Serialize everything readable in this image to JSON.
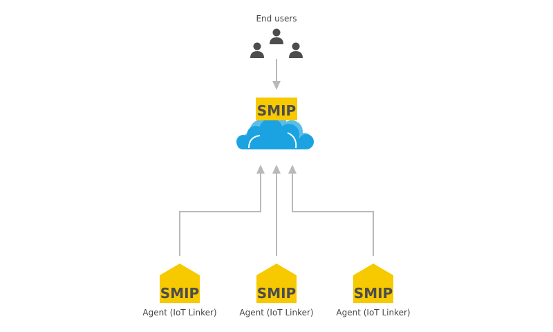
{
  "end_users": {
    "label": "End users",
    "icon": "users-group-icon",
    "color": "#4d4d4d"
  },
  "cloud": {
    "logo_text": "SMIP",
    "icon": "cloud-icon",
    "color": "#1aa3e0"
  },
  "agents": [
    {
      "logo_text": "SMIP",
      "label": "Agent (IoT Linker)"
    },
    {
      "logo_text": "SMIP",
      "label": "Agent (IoT Linker)"
    },
    {
      "logo_text": "SMIP",
      "label": "Agent (IoT Linker)"
    }
  ],
  "colors": {
    "logo_yellow": "#f7c900",
    "logo_text": "#4d4d4d",
    "connector": "#b9b9b9"
  }
}
